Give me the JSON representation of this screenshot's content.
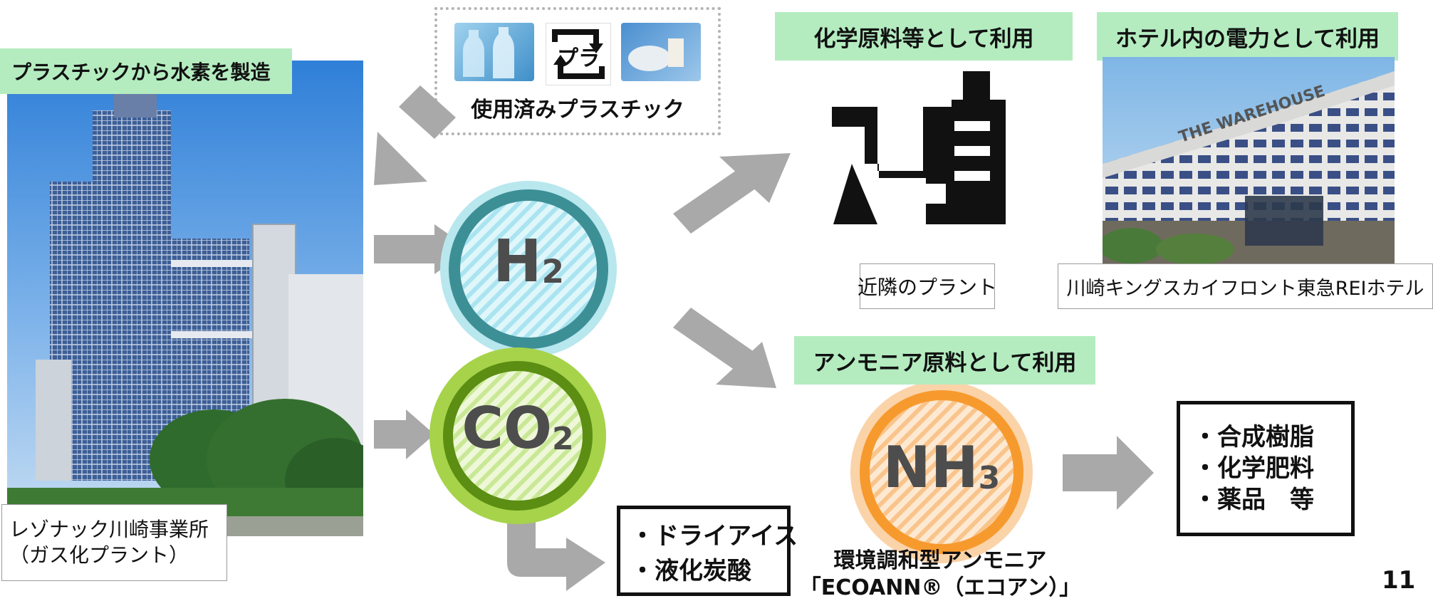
{
  "labels": {
    "plastic_to_h2": "プラスチックから水素を製造",
    "chemical_use": "化学原料等として利用",
    "hotel_power": "ホテル内の電力として利用",
    "ammonia_use": "アンモニア原料として利用"
  },
  "used_plastic": {
    "caption": "使用済みプラスチック",
    "recycle_mark_text": "プラ"
  },
  "plant": {
    "caption_line1": "レゾナック川崎事業所",
    "caption_line2": "（ガス化プラント）"
  },
  "hotel": {
    "caption": "川崎キングスカイフロント東急REIホテル",
    "sign_text": "THE WAREHOUSE"
  },
  "factory": {
    "caption": "近隣のプラント"
  },
  "molecules": {
    "h2": {
      "main": "H",
      "sub": "2"
    },
    "co2": {
      "main": "CO",
      "sub": "2"
    },
    "nh3": {
      "main": "NH",
      "sub": "3"
    }
  },
  "co2_products": {
    "line1": "・ドライアイス",
    "line2": "・液化炭酸"
  },
  "nh3_products": {
    "line1": "・合成樹脂",
    "line2": "・化学肥料",
    "line3": "・薬品　等"
  },
  "ecoann": {
    "line1": "環境調和型アンモニア",
    "line2": "「ECOANN®（エコアン）」"
  },
  "page_number": "11",
  "colors": {
    "label_green": "#b4ecc0",
    "h2_ring": "#3d8f96",
    "co2_ring": "#7cb518",
    "nh3_ring": "#f79a2e",
    "arrow_gray": "#a9a9a9"
  }
}
